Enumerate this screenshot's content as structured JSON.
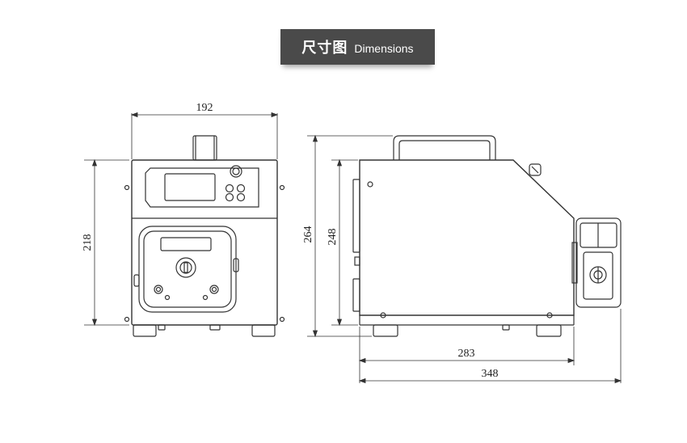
{
  "header": {
    "title_cn": "尺寸图",
    "title_en": "Dimensions"
  },
  "dimensions": {
    "front_width": "192",
    "front_height": "218",
    "side_total_height": "264",
    "side_body_height": "248",
    "side_body_depth": "283",
    "side_total_depth": "348"
  },
  "colors": {
    "banner": "#4a4a4a",
    "line": "#333333"
  }
}
